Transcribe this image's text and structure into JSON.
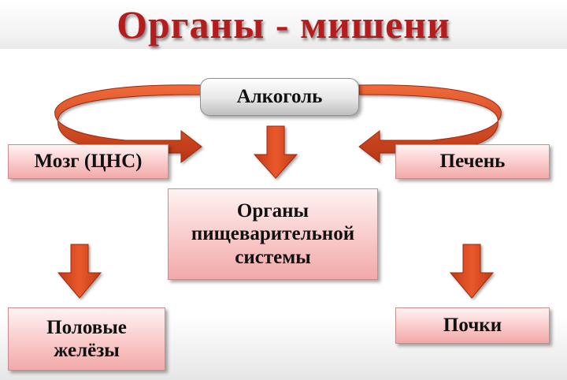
{
  "title": "Органы - мишени",
  "nodes": {
    "alcohol": "Алкоголь",
    "brain": "Мозг (ЦНС)",
    "liver": "Печень",
    "digestive": [
      "Органы",
      "пищеварительной",
      "системы"
    ],
    "sexual_glands": [
      "Половые",
      "желёзы"
    ],
    "kidneys": "Почки"
  },
  "colors": {
    "title": "#b41d1d",
    "arrow": "#d24a1f",
    "box_fill": "#f9c9c9",
    "center_fill": "#e6e6e6"
  }
}
